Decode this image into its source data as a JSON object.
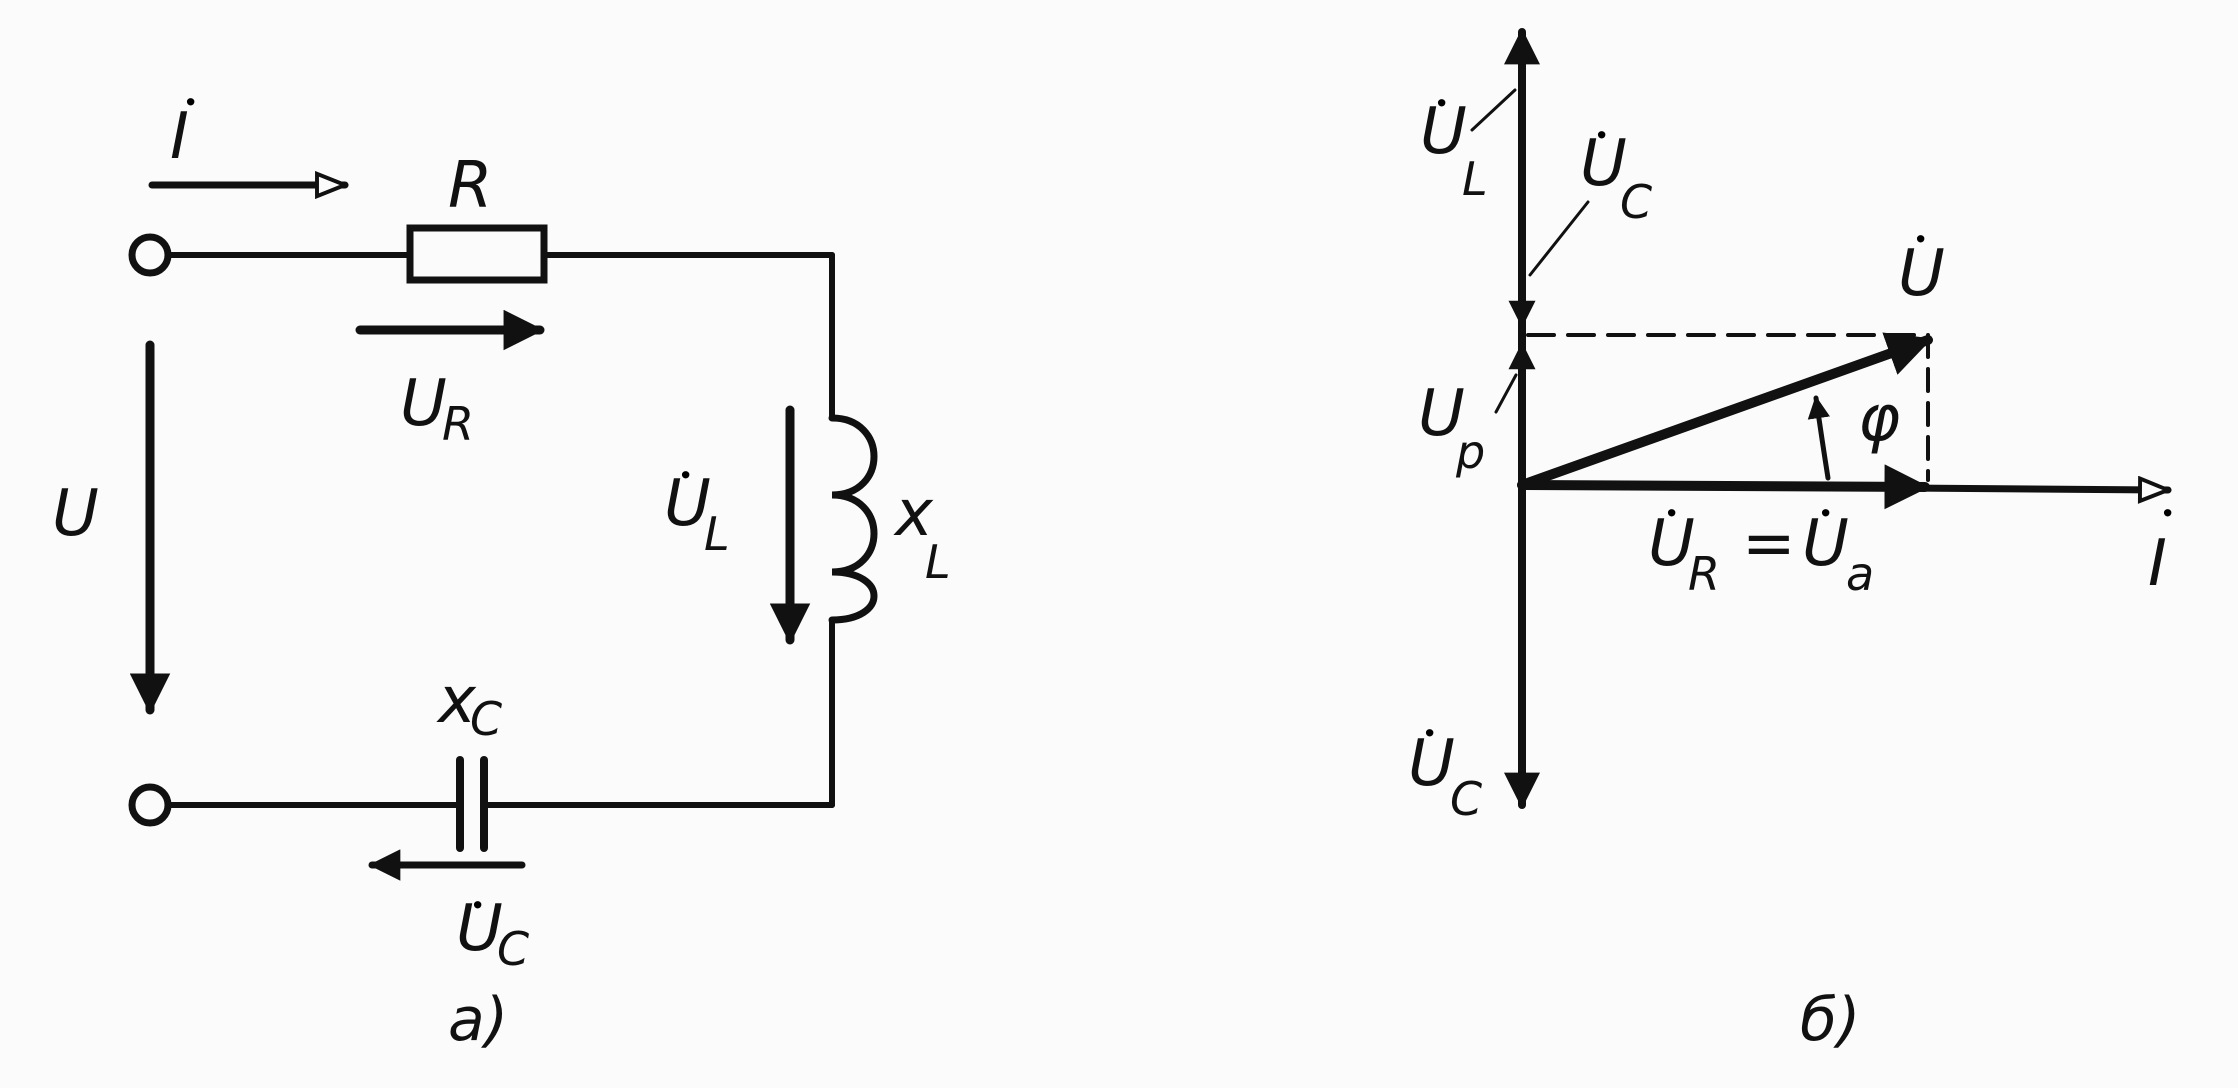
{
  "panel_a": {
    "caption": "a)",
    "labels": {
      "current": "I",
      "resistor": "R",
      "resistor_voltage_main": "U",
      "resistor_voltage_sub": "R",
      "source_voltage": "U",
      "inductor_voltage_main": "U",
      "inductor_voltage_sub": "L",
      "inductor_reactance_main": "x",
      "inductor_reactance_sub": "L",
      "capacitor_reactance_main": "x",
      "capacitor_reactance_sub": "C",
      "capacitor_voltage_main": "U",
      "capacitor_voltage_sub": "C"
    }
  },
  "panel_b": {
    "caption": "б)",
    "labels": {
      "ul_main": "U",
      "ul_sub": "L",
      "uc_top_main": "U",
      "uc_top_sub": "C",
      "u_total": "U",
      "phi": "φ",
      "up_main": "U",
      "up_sub": "p",
      "ur_main": "U",
      "ur_sub": "R",
      "equals": "=",
      "ua_main": "U",
      "ua_sub": "a",
      "current": "I",
      "uc_bottom_main": "U",
      "uc_bottom_sub": "C"
    }
  },
  "colors": {
    "ink": "#111111",
    "paper": "#fbfbfb"
  }
}
